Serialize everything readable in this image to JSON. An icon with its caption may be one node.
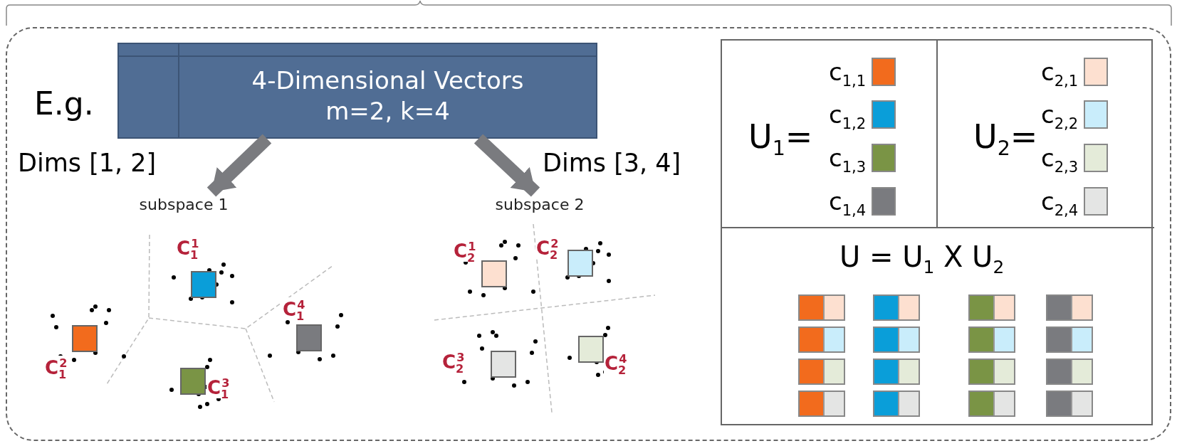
{
  "diagram": {
    "nodes": [
      {
        "text": [],
        "shape": "box"
      },
      {
        "text": [
          "4-Dimensional Vectors m=2, k=4"
        ],
        "in": 0
      },
      {
        "text": [
          "subspace 1"
        ],
        "in": 0
      },
      {
        "text": [
          "subspace 2"
        ],
        "in": 0
      },
      {
        "text": [],
        "shape": "box",
        "in": 0
      },
      {
        "text": [
          "U$_{1}$="
        ],
        "in": 4
      },
      {
        "text": [
          "U$_{2}$="
        ],
        "in": 4
      },
      {
        "text": [
          "U = U$_{1}$ X U$_{2}$"
        ],
        "in": 4
      }
    ],
    "edges": [
      {
        "from": 1,
        "to": 2,
        "arrow": "to",
        "label": "Dims [1, 2]"
      },
      {
        "from": 1,
        "to": 3,
        "arrow": "to",
        "label": "Dims [3, 4]"
      }
    ],
    "labels": [
      "E.g.",
      "C$_{1}$$^{1}$",
      "C$_{1}$$^{2}$",
      "C$_{1}$$^{3}$",
      "C$_{1}$$^{4}$",
      "C$_{2}$$^{1}$",
      "C$_{2}$$^{2}$",
      "C$_{2}$$^{3}$",
      "C$_{2}$$^{4}$"
    ],
    "legend": [
      {
        "text": "c$_{1,1}$",
        "color": "#f26b1d"
      },
      {
        "text": "c$_{1,2}$",
        "color": "#0a9ed9"
      },
      {
        "text": "c$_{1,3}$",
        "color": "#7a9445"
      },
      {
        "text": "c$_{1,4}$",
        "color": "#7a7b7f"
      },
      {
        "text": "c$_{2,1}$",
        "color": "#fde0d0"
      },
      {
        "text": "c$_{2,2}$",
        "color": "#c9edfb"
      },
      {
        "text": "c$_{2,3}$",
        "color": "#e4ebd9"
      },
      {
        "text": "c$_{2,4}$",
        "color": "#e4e5e4"
      }
    ]
  }
}
